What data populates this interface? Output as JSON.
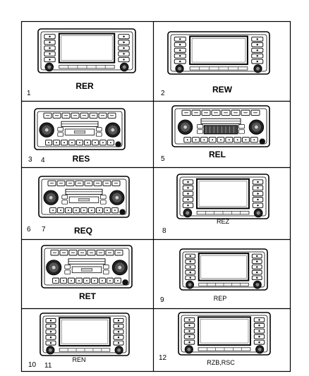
{
  "cells": [
    {
      "numbers": [
        "1"
      ],
      "code": "RER",
      "bold": true,
      "style": "screen"
    },
    {
      "numbers": [
        "2"
      ],
      "code": "REW",
      "bold": true,
      "style": "screen"
    },
    {
      "numbers": [
        "3",
        "4"
      ],
      "code": "RES",
      "bold": true,
      "style": "knob-cd"
    },
    {
      "numbers": [
        "5"
      ],
      "code": "REL",
      "bold": true,
      "style": "knob-cassette"
    },
    {
      "numbers": [
        "6",
        "7"
      ],
      "code": "REQ",
      "bold": true,
      "style": "knob-cd"
    },
    {
      "numbers": [
        "8"
      ],
      "code": "REZ",
      "bold": false,
      "style": "screen"
    },
    {
      "numbers": [],
      "code": "RET",
      "bold": true,
      "style": "knob-cd"
    },
    {
      "numbers": [
        "9"
      ],
      "code": "REP",
      "bold": false,
      "style": "screen"
    },
    {
      "numbers": [
        "10",
        "11"
      ],
      "code": "REN",
      "bold": false,
      "style": "screen"
    },
    {
      "numbers": [
        "12"
      ],
      "code": "RZB,RSC",
      "bold": false,
      "style": "screen"
    }
  ]
}
